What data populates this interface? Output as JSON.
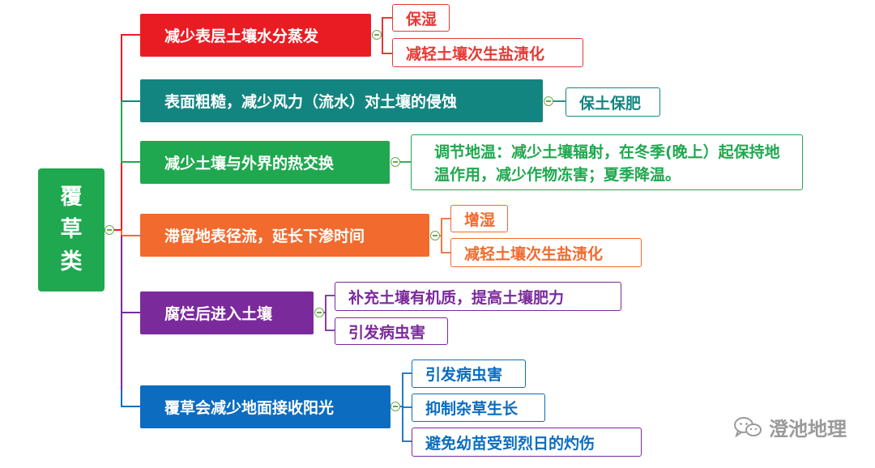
{
  "root": {
    "lines": [
      "覆",
      "草",
      "类"
    ],
    "color": "#1fa84f"
  },
  "branches": [
    {
      "label": "减少表层土壤水分蒸发",
      "color": "#ea1c23",
      "leaves": [
        "保湿",
        "减轻土壤次生盐渍化"
      ],
      "leaf_color": "#e53935"
    },
    {
      "label": "表面粗糙，减少风力（流水）对土壤的侵蚀",
      "color": "#138580",
      "leaves": [
        "保土保肥"
      ],
      "leaf_color": "#138580"
    },
    {
      "label": "减少土壤与外界的热交换",
      "color": "#1fa84f",
      "leaves": [
        "调节地温：减少土壤辐射，在冬季(晚上）起保持地温作用，减少作物冻害；夏季降温。"
      ],
      "leaf_color": "#1fa84f"
    },
    {
      "label": "滞留地表径流，延长下渗时间",
      "color": "#f26a2d",
      "leaves": [
        "增湿",
        "减轻土壤次生盐渍化"
      ],
      "leaf_color": "#f26a2d"
    },
    {
      "label": "腐烂后进入土壤",
      "color": "#7b2a9c",
      "leaves": [
        "补充土壤有机质，提高土壤肥力",
        "引发病虫害"
      ],
      "leaf_color": "#7b2a9c"
    },
    {
      "label": "覆草会减少地面接收阳光",
      "color": "#0b6cc0",
      "leaves": [
        "引发病虫害",
        "抑制杂草生长",
        "避免幼苗受到烈日的灼伤"
      ],
      "leaf_color": "#0b6cc0"
    }
  ],
  "watermark": {
    "text": "澄池地理",
    "icon": "wechat-icon"
  }
}
